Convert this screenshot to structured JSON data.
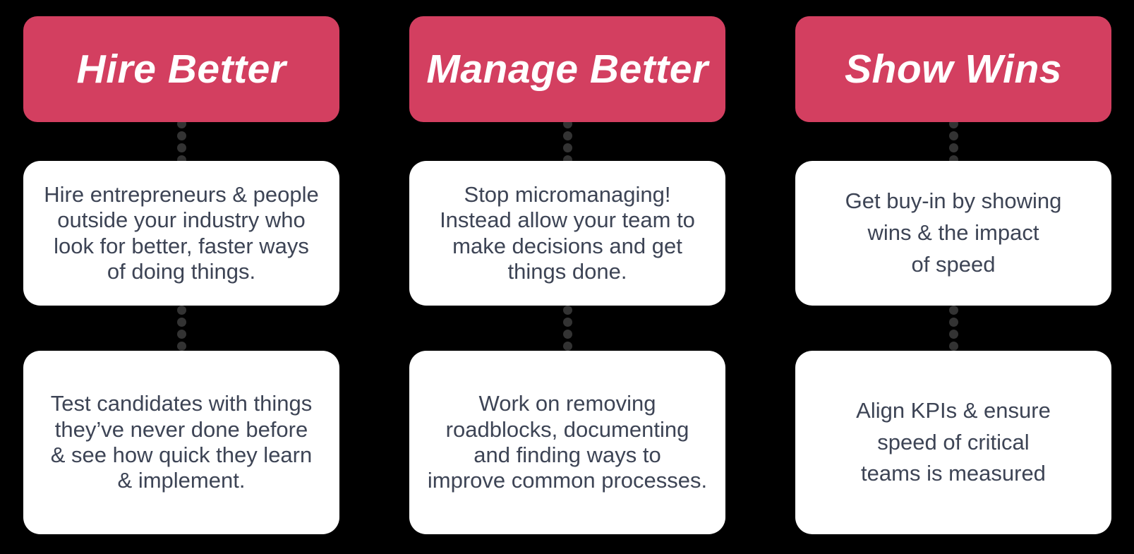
{
  "colors": {
    "canvas_bg": "#000000",
    "header_bg": "#d33f60",
    "header_text": "#ffffff",
    "card_bg": "#ffffff",
    "card_text": "#3d4455",
    "dot": "#333333"
  },
  "columns": [
    {
      "title": "Hire Better",
      "cards": [
        "Hire entrepreneurs & people\noutside your industry who\nlook for better, faster ways\nof doing things.",
        "Test candidates with things\nthey’ve never done before\n& see how quick they learn\n& implement."
      ]
    },
    {
      "title": "Manage Better",
      "cards": [
        "Stop micromanaging!\nInstead allow your team to\nmake decisions and get\nthings done.",
        "Work on removing\nroadblocks, documenting\nand finding ways to\nimprove common processes."
      ]
    },
    {
      "title": "Show Wins",
      "cards": [
        "Get buy-in by showing\nwins & the impact\nof speed",
        "Align KPIs & ensure\nspeed of critical\nteams is measured"
      ]
    }
  ]
}
